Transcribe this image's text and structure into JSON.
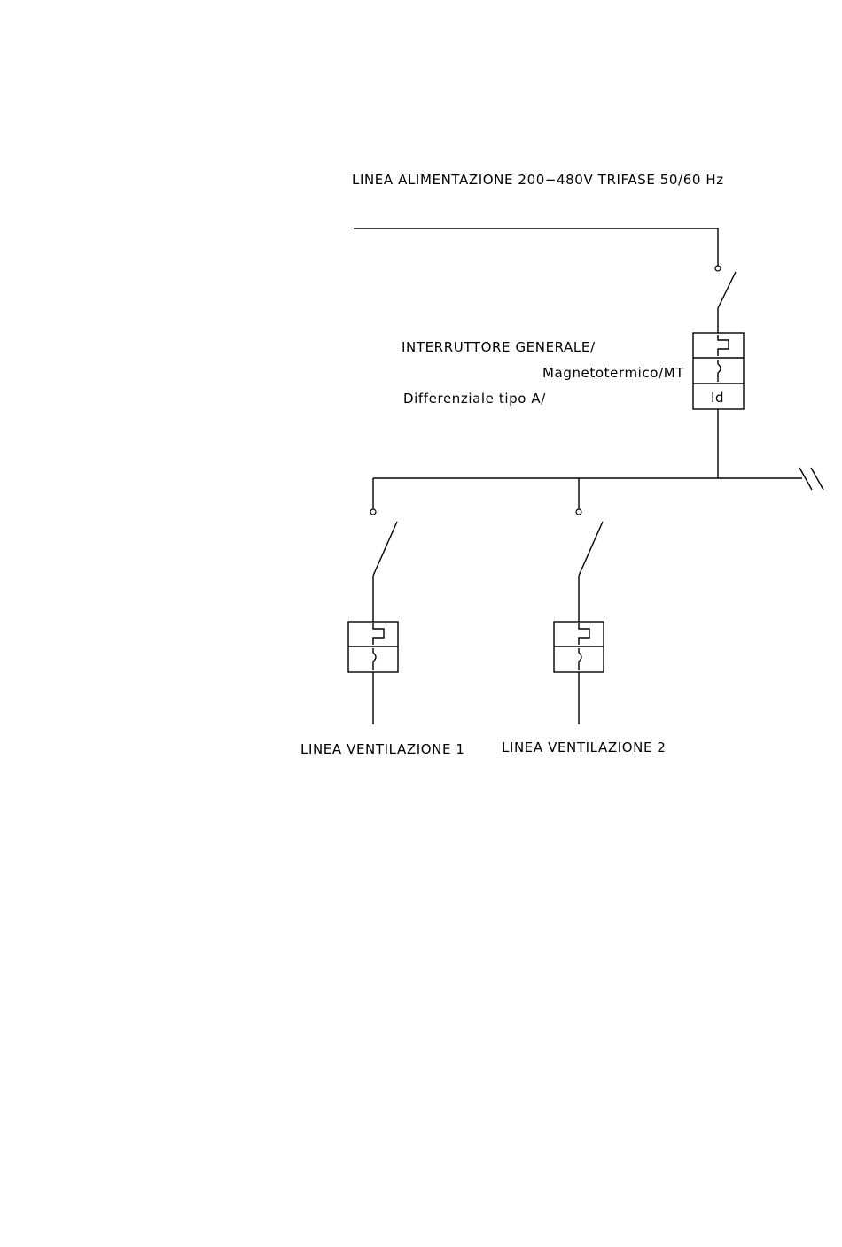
{
  "supply": {
    "label": "LINEA ALIMENTAZIONE 200−480V TRIFASE 50/60 Hz"
  },
  "main_breaker": {
    "label_line1": "INTERRUTTORE GENERALE/",
    "label_line2": "Magnetotermico/MT",
    "label_line3": "Differenziale tipo A/",
    "differential_symbol": "Id"
  },
  "branches": [
    {
      "label": "LINEA VENTILAZIONE 1"
    },
    {
      "label": "LINEA VENTILAZIONE 2"
    }
  ]
}
